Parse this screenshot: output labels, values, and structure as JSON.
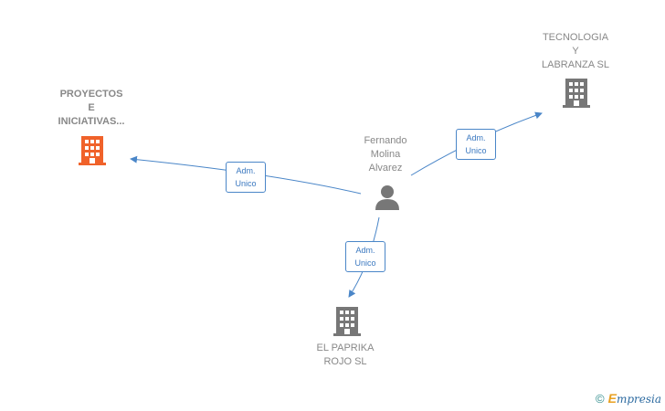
{
  "nodes": {
    "person": {
      "label": "Fernando\nMolina\nAlvarez",
      "icon": "person-icon"
    },
    "company_proyectos": {
      "label": "PROYECTOS\nE\nINICIATIVAS...",
      "icon": "building-icon",
      "color": "#f0622a"
    },
    "company_tecnologia": {
      "label": "TECNOLOGIA\nY\nLABRANZA SL",
      "icon": "building-icon",
      "color": "#777777"
    },
    "company_paprika": {
      "label": "EL PAPRIKA\nROJO  SL",
      "icon": "building-icon",
      "color": "#777777"
    }
  },
  "edges": {
    "to_proyectos": {
      "label": "Adm.\nUnico"
    },
    "to_tecnologia": {
      "label": "Adm.\nUnico"
    },
    "to_paprika": {
      "label": "Adm.\nUnico"
    }
  },
  "colors": {
    "edge": "#4a86c8",
    "highlight_company": "#f0622a",
    "company": "#777777",
    "person": "#777777"
  },
  "footer": {
    "copyright_symbol": "©",
    "brand_initial": "E",
    "brand_rest": "mpresia"
  }
}
